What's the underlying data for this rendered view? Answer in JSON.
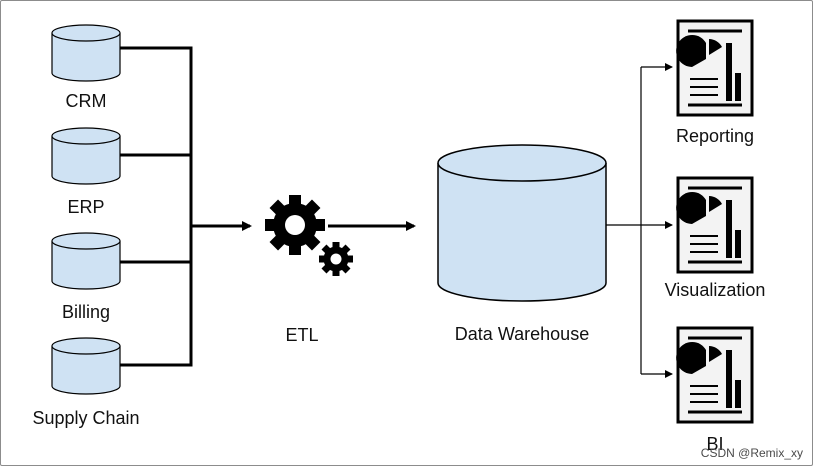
{
  "sources": [
    {
      "label": "CRM"
    },
    {
      "label": "ERP"
    },
    {
      "label": "Billing"
    },
    {
      "label": "Supply Chain"
    }
  ],
  "process": {
    "label": "ETL"
  },
  "warehouse": {
    "label": "Data Warehouse"
  },
  "outputs": [
    {
      "label": "Reporting"
    },
    {
      "label": "Visualization"
    },
    {
      "label": "BI"
    }
  ],
  "watermark": "CSDN @Remix_xy",
  "colors": {
    "cylinder_fill": "#cfe2f3",
    "stroke": "#000000",
    "gear": "#000000",
    "report_fill": "#f3f3f3"
  }
}
